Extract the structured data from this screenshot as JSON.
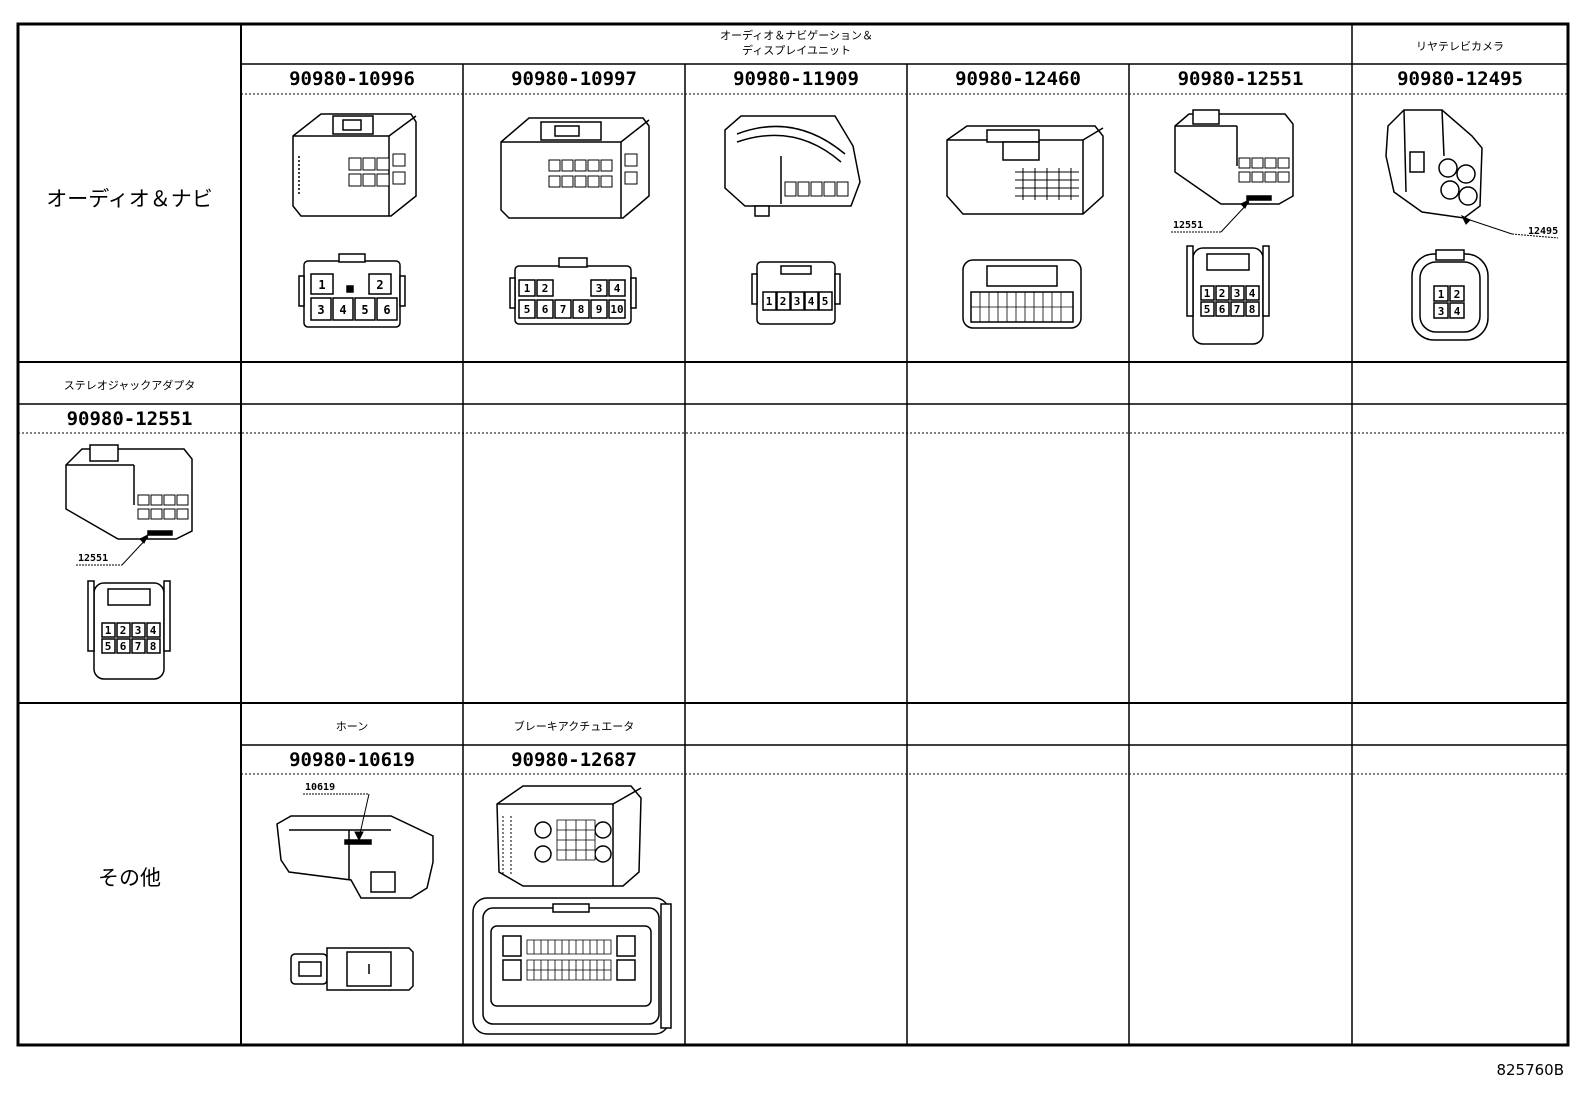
{
  "row_headers": {
    "audio_nav": "オーディオ＆ナビ",
    "stereo_jack": "ステレオジャックアダプタ",
    "stereo_jack_part": "90980-12551",
    "other": "その他"
  },
  "column_groups": {
    "audio_display": "オーディオ＆ナビゲーション＆",
    "audio_display_line2": "ディスプレイユニット",
    "rear_camera": "リヤテレビカメラ"
  },
  "audio_parts": [
    "90980-10996",
    "90980-10997",
    "90980-11909",
    "90980-12460",
    "90980-12551",
    "90980-12495"
  ],
  "other_groups": {
    "horn": "ホーン",
    "brake": "ブレーキアクチュエータ"
  },
  "other_parts": [
    "90980-10619",
    "90980-12687"
  ],
  "callouts": {
    "c12551": "12551",
    "c12495": "12495",
    "c10619": "10619",
    "c12551b": "12551"
  },
  "pin_labels": {
    "p10996": [
      "1",
      "2",
      "3",
      "4",
      "5",
      "6"
    ],
    "p10997": [
      "1",
      "2",
      "3",
      "4",
      "5",
      "6",
      "7",
      "8",
      "9",
      "10"
    ],
    "p11909": [
      "1",
      "2",
      "3",
      "4",
      "5"
    ],
    "p12551": [
      "1",
      "2",
      "3",
      "4",
      "5",
      "6",
      "7",
      "8"
    ],
    "p12495": [
      "1",
      "2",
      "3",
      "4"
    ]
  },
  "figure_code": "825760B"
}
